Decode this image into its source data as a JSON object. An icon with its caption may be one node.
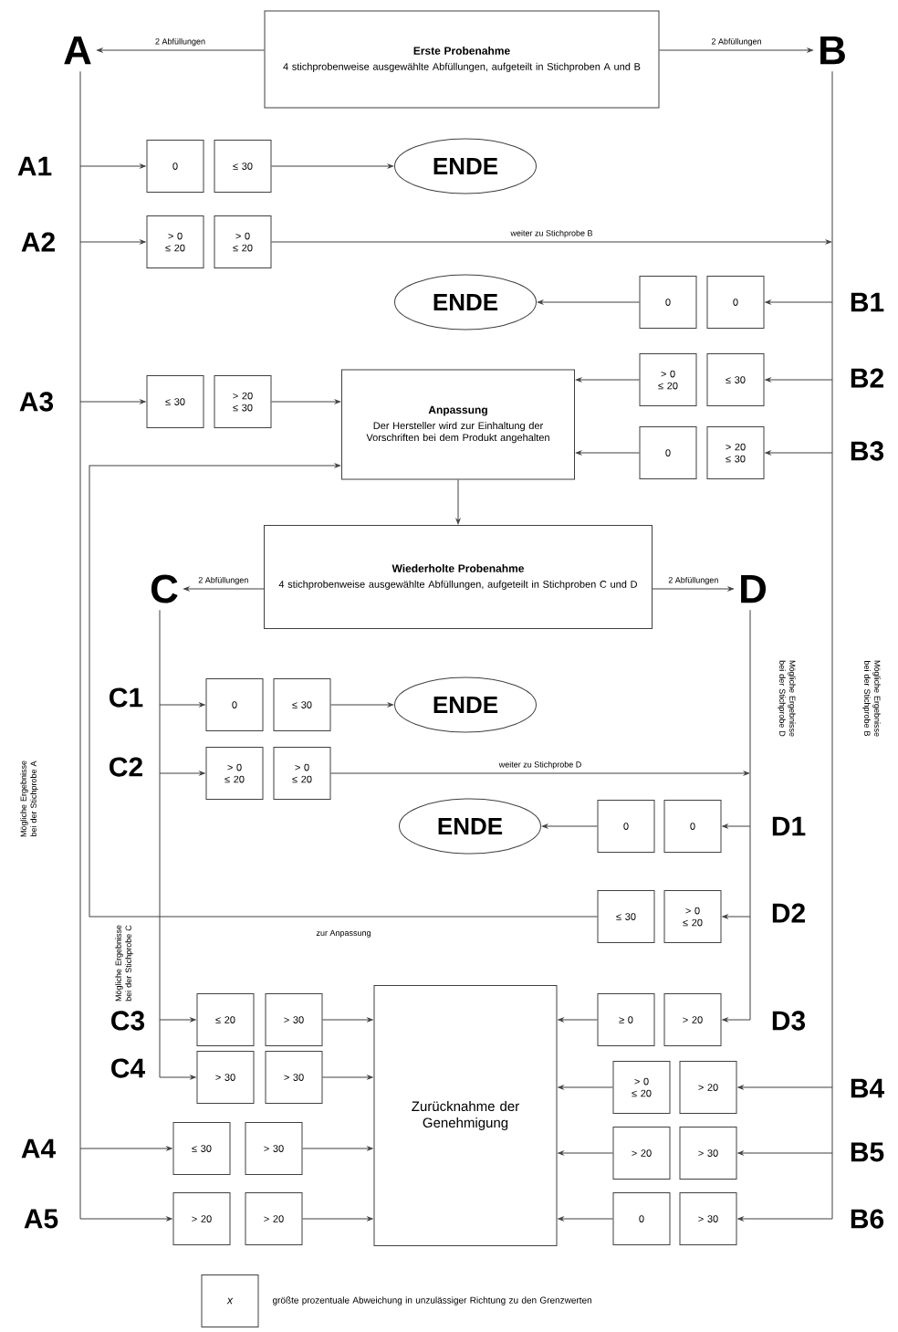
{
  "diagram": {
    "nodes": [
      {
        "text": [
          "Erste Probenahme",
          "4 stichprobenweise ausgewählte Abfüllungen, aufgeteilt in Stichproben A und B"
        ]
      },
      {
        "text": [
          "A"
        ]
      },
      {
        "text": [
          "B"
        ]
      },
      {
        "text": [
          "0"
        ]
      },
      {
        "text": [
          "≤ 30"
        ]
      },
      {
        "text": [
          "ENDE"
        ]
      },
      {
        "text": [
          "> 0 ≤ 20"
        ]
      },
      {
        "text": [
          "> 0 ≤ 20"
        ]
      },
      {
        "text": [
          "0"
        ]
      },
      {
        "text": [
          "0"
        ]
      },
      {
        "text": [
          "ENDE"
        ]
      },
      {
        "text": [
          "≤ 30"
        ]
      },
      {
        "text": [
          "> 20 ≤ 30"
        ]
      },
      {
        "text": [
          "Anpassung",
          "Der Hersteller wird zur Einhaltung der Vorschriften bei dem Produkt angehalten"
        ]
      },
      {
        "text": [
          "> 0 ≤ 20"
        ]
      },
      {
        "text": [
          "≤ 30"
        ]
      },
      {
        "text": [
          "0"
        ]
      },
      {
        "text": [
          "> 20 ≤ 30"
        ]
      },
      {
        "text": [
          "Wiederholte Probenahme",
          "4 stichprobenweise ausgewählte Abfüllungen, aufgeteilt in Stichproben C und D"
        ]
      },
      {
        "text": [
          "C"
        ]
      },
      {
        "text": [
          "D"
        ]
      },
      {
        "text": [
          "0"
        ]
      },
      {
        "text": [
          "≤ 30"
        ]
      },
      {
        "text": [
          "ENDE"
        ]
      },
      {
        "text": [
          "> 0 ≤ 20"
        ]
      },
      {
        "text": [
          "> 0 ≤ 20"
        ]
      },
      {
        "text": [
          "0"
        ]
      },
      {
        "text": [
          "0"
        ]
      },
      {
        "text": [
          "ENDE"
        ]
      },
      {
        "text": [
          "≤ 30"
        ]
      },
      {
        "text": [
          "> 0 ≤ 20"
        ]
      },
      {
        "text": [
          "≤ 20"
        ]
      },
      {
        "text": [
          "> 30"
        ]
      },
      {
        "text": [
          "> 30"
        ]
      },
      {
        "text": [
          "> 30"
        ]
      },
      {
        "text": [
          "Zurücknahme der Genehmigung"
        ]
      },
      {
        "text": [
          "≥ 0"
        ]
      },
      {
        "text": [
          "> 20"
        ]
      },
      {
        "text": [
          "> 0 ≤ 20"
        ]
      },
      {
        "text": [
          "> 20"
        ]
      },
      {
        "text": [
          "≤ 30"
        ]
      },
      {
        "text": [
          "> 30"
        ]
      },
      {
        "text": [
          "> 20"
        ]
      },
      {
        "text": [
          "> 30"
        ]
      },
      {
        "text": [
          "> 20"
        ]
      },
      {
        "text": [
          "> 20"
        ]
      },
      {
        "text": [
          "0"
        ]
      },
      {
        "text": [
          "> 30"
        ]
      },
      {
        "text": [
          "x"
        ],
        "beside": [
          "größte prozentuale Abweichung in unzulässiger Richtung zu den Grenzwerten"
        ]
      }
    ],
    "edges": [
      {
        "from": 0,
        "to": 1,
        "arrow": "to",
        "label": "2 Abfüllungen"
      },
      {
        "from": 0,
        "to": 2,
        "arrow": "to",
        "label": "2 Abfüllungen"
      },
      {
        "from": null,
        "to": 3,
        "arrow": "to"
      },
      {
        "from": 4,
        "to": 5,
        "arrow": "to"
      },
      {
        "from": null,
        "to": 6,
        "arrow": "to"
      },
      {
        "from": 7,
        "to": null,
        "arrow": "to",
        "label": "weiter zu Stichprobe B"
      },
      {
        "from": null,
        "to": 9,
        "arrow": "to"
      },
      {
        "from": 8,
        "to": 10,
        "arrow": "to"
      },
      {
        "from": null,
        "to": 11,
        "arrow": "to"
      },
      {
        "from": 12,
        "to": 13,
        "arrow": "to"
      },
      {
        "from": null,
        "to": 15,
        "arrow": "to"
      },
      {
        "from": 14,
        "to": 13,
        "arrow": "to"
      },
      {
        "from": null,
        "to": 17,
        "arrow": "to"
      },
      {
        "from": 16,
        "to": 13,
        "arrow": "to"
      },
      {
        "from": 13,
        "to": 18,
        "arrow": "to"
      },
      {
        "from": 18,
        "to": 19,
        "arrow": "to",
        "label": "2 Abfüllungen"
      },
      {
        "from": 18,
        "to": 20,
        "arrow": "to",
        "label": "2 Abfüllungen"
      },
      {
        "from": null,
        "to": 21,
        "arrow": "to"
      },
      {
        "from": 22,
        "to": 23,
        "arrow": "to"
      },
      {
        "from": null,
        "to": 24,
        "arrow": "to"
      },
      {
        "from": 25,
        "to": null,
        "arrow": "to",
        "label": "weiter zu Stichprobe D"
      },
      {
        "from": null,
        "to": 27,
        "arrow": "to"
      },
      {
        "from": 26,
        "to": 28,
        "arrow": "to"
      },
      {
        "from": null,
        "to": 30,
        "arrow": "to"
      },
      {
        "from": 29,
        "to": 13,
        "arrow": "to",
        "label": "zur Anpassung"
      },
      {
        "from": null,
        "to": 31,
        "arrow": "to"
      },
      {
        "from": 32,
        "to": 35,
        "arrow": "to"
      },
      {
        "from": null,
        "to": 33,
        "arrow": "to"
      },
      {
        "from": 34,
        "to": 35,
        "arrow": "to"
      },
      {
        "from": null,
        "to": 37,
        "arrow": "to"
      },
      {
        "from": 36,
        "to": 35,
        "arrow": "to"
      },
      {
        "from": null,
        "to": 39,
        "arrow": "to"
      },
      {
        "from": 38,
        "to": 35,
        "arrow": "to"
      },
      {
        "from": null,
        "to": 40,
        "arrow": "to"
      },
      {
        "from": 41,
        "to": 35,
        "arrow": "to"
      },
      {
        "from": null,
        "to": 43,
        "arrow": "to"
      },
      {
        "from": 42,
        "to": 35,
        "arrow": "to"
      },
      {
        "from": null,
        "to": 44,
        "arrow": "to"
      },
      {
        "from": 45,
        "to": 35,
        "arrow": "to"
      },
      {
        "from": null,
        "to": 47,
        "arrow": "to"
      },
      {
        "from": 46,
        "to": 35,
        "arrow": "to"
      },
      {
        "from": 1,
        "to": null,
        "arrow": "none"
      },
      {
        "from": 2,
        "to": null,
        "arrow": "none"
      },
      {
        "from": 19,
        "to": null,
        "arrow": "none"
      },
      {
        "from": 20,
        "to": null,
        "arrow": "none"
      }
    ],
    "labels": [
      "A1",
      "A2",
      "B1",
      "B2",
      "A3",
      "B3",
      "C1",
      "Mögliche Ergebnisse bei der Stichprobe D",
      "Mögliche Ergebnisse bei der Stichprobe B",
      "C2",
      "Mögliche Ergebnisse bei der Stichprobe A",
      "D1",
      "D2",
      "Mögliche Ergebnisse bei der Stichprobe C",
      "C3",
      "D3",
      "C4",
      "B4",
      "A4",
      "B5",
      "A5",
      "B6"
    ]
  }
}
